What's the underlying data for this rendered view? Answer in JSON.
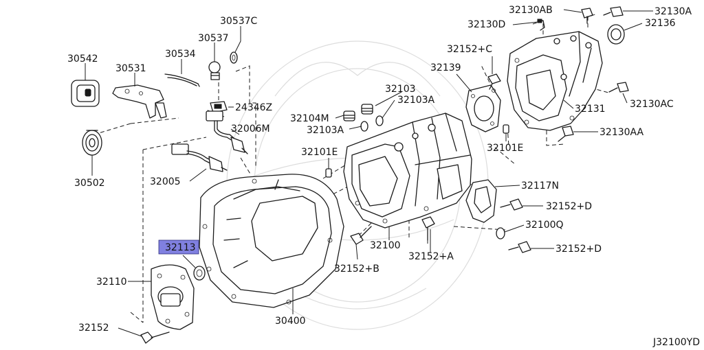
{
  "diagram_id": "J32100YD",
  "highlight_color": "#8080e0",
  "parts": {
    "p30542": "30542",
    "p30531": "30531",
    "p30534": "30534",
    "p30537": "30537",
    "p30537C": "30537C",
    "p24346Z": "24346Z",
    "p32006M": "32006M",
    "p30502": "30502",
    "p32005": "32005",
    "p32113": "32113",
    "p32110": "32110",
    "p32152": "32152",
    "p30400": "30400",
    "p32103": "32103",
    "p32103A_right": "32103A",
    "p32104M": "32104M",
    "p32103A_left": "32103A",
    "p32101E_left": "32101E",
    "p32100": "32100",
    "p32152B": "32152+B",
    "p32152A": "32152+A",
    "p32117N": "32117N",
    "p32152D_upper": "32152+D",
    "p32100Q": "32100Q",
    "p32152D_lower": "32152+D",
    "p32130AB": "32130AB",
    "p32130A": "32130A",
    "p32130D": "32130D",
    "p32136": "32136",
    "p32152C": "32152+C",
    "p32139": "32139",
    "p32131": "32131",
    "p32130AC": "32130AC",
    "p32101E_right": "32101E",
    "p32130AA": "32130AA"
  }
}
